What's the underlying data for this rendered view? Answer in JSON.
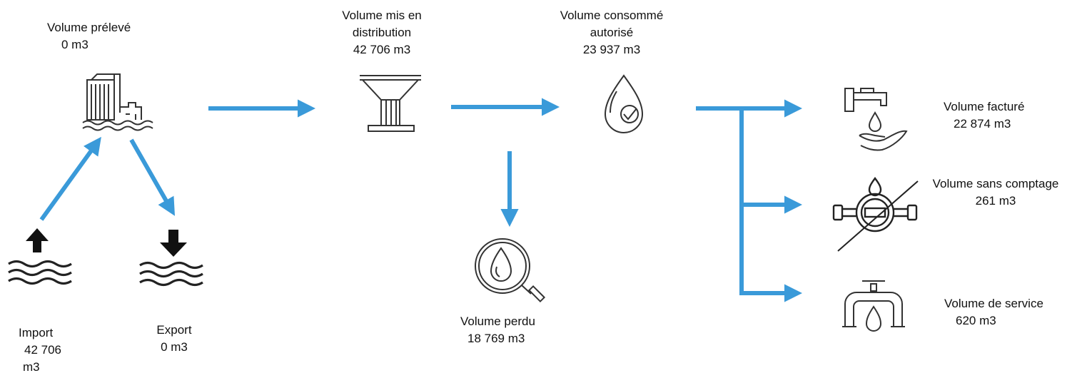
{
  "colors": {
    "arrow": "#3a9ad9",
    "icon": "#333333",
    "text": "#111111"
  },
  "nodes": {
    "preleve": {
      "label": "Volume prélevé",
      "value": "0 m3",
      "icon": "water-tower-icon"
    },
    "distribution": {
      "label_line1": "Volume mis en",
      "label_line2": "distribution",
      "value": "42 706 m3",
      "icon": "fountain-icon"
    },
    "consomme": {
      "label_line1": "Volume consommé",
      "label_line2": "autorisé",
      "value": "23 937 m3",
      "icon": "drop-check-icon"
    },
    "perdu": {
      "label": "Volume perdu",
      "value": "18 769 m3",
      "icon": "drop-search-icon"
    },
    "facture": {
      "label": "Volume facturé",
      "value": "22 874 m3",
      "icon": "tap-hand-icon"
    },
    "sans_comptage": {
      "label": "Volume sans comptage",
      "value": "261 m3",
      "icon": "meter-crossed-icon"
    },
    "service": {
      "label": "Volume de service",
      "value": "620 m3",
      "icon": "pipe-valve-icon"
    },
    "import": {
      "label": "Import",
      "value_line1": "42 706",
      "value_line2": "m3",
      "icon": "water-up-arrow-icon"
    },
    "export": {
      "label": "Export",
      "value": "0 m3",
      "icon": "water-down-arrow-icon"
    }
  }
}
